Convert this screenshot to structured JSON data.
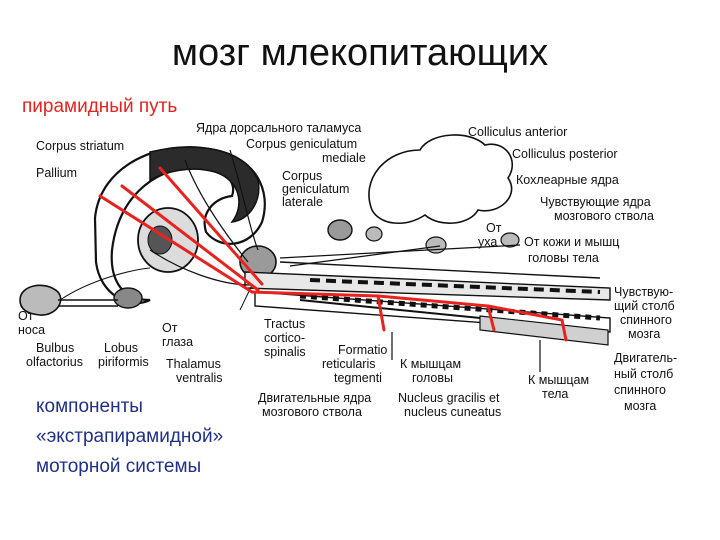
{
  "title": "мозг млекопитающих",
  "subtitle": "пирамидный путь",
  "note_lines": [
    "компоненты",
    "«экстрапирамидной»",
    "моторной системы"
  ],
  "colors": {
    "pathway": "#e8231f",
    "note": "#1f2f8a",
    "ink": "#111111"
  },
  "labels": {
    "nuclei_thalamus": "Ядра дорсального таламуса",
    "corpus_striatum": "Corpus striatum",
    "pallium": "Pallium",
    "cgm1": "Corpus geniculatum",
    "cgm2": "mediale",
    "cgl1": "Corpus",
    "cgl2": "geniculatum",
    "cgl3": "laterale",
    "colliculus_anterior": "Colliculus anterior",
    "colliculus_posterior": "Colliculus posterior",
    "cochlear": "Кохлеарные ядра",
    "sens_stem1": "Чувствующие ядра",
    "sens_stem2": "мозгового ствола",
    "from_ear1": "От",
    "from_ear2": "уха",
    "skin_muscle1": "От кожи и мышц",
    "skin_muscle2": "головы    тела",
    "sens_col1": "Чувствую-",
    "sens_col2": "щий столб",
    "sens_col3": "спинного",
    "sens_col4": "мозга",
    "from_nose1": "От",
    "from_nose2": "носа",
    "bulbus1": "Bulbus",
    "bulbus2": "olfactorius",
    "lobus1": "Lobus",
    "lobus2": "piriformis",
    "from_eye1": "От",
    "from_eye2": "глаза",
    "thalamus1": "Thalamus",
    "thalamus2": "ventralis",
    "tractus1": "Tractus",
    "tractus2": "cortico-",
    "tractus3": "spinalis",
    "formatio1": "Formatio",
    "formatio2": "reticularis",
    "formatio3": "tegmenti",
    "head_muscles1": "К мышцам",
    "head_muscles2": "головы",
    "body_muscles1": "К мышцам",
    "body_muscles2": "тела",
    "motor_col1": "Двигатель-",
    "motor_col2": "ный столб",
    "motor_col3": "спинного",
    "motor_col4": "мозга",
    "motor_stem1": "Двигательные ядра",
    "motor_stem2": "мозгового ствола",
    "gracilis1": "Nucleus gracilis et",
    "gracilis2": "nucleus cuneatus"
  }
}
